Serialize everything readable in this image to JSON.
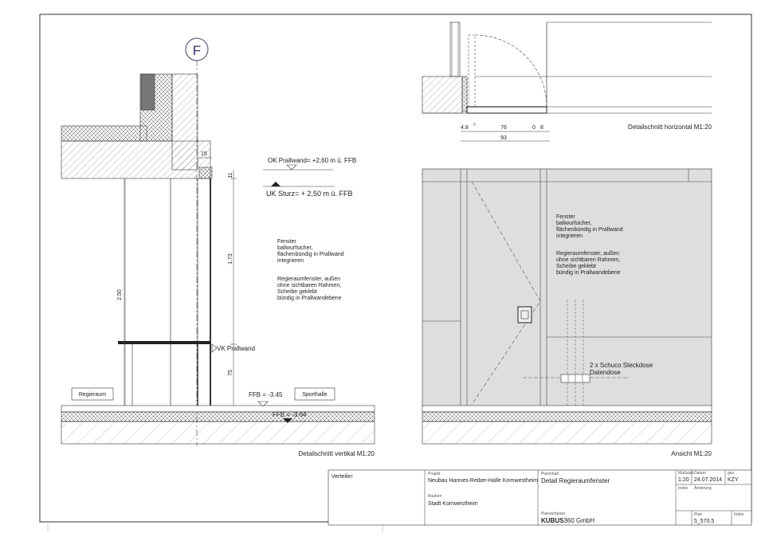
{
  "grid_axis_label": "F",
  "left_view": {
    "caption": "Detailschnitt vertikal M1:20",
    "dim_top": "15",
    "dim_11": "11",
    "dim_173": "1.73",
    "dim_75": "75",
    "dim_250": "2.50",
    "ok_prallwand": "OK Prallwand= +2,60 m ü. FFB",
    "uk_sturz": "UK Sturz= + 2,50 m ü. FFB",
    "vk_prallwand": "VK Prallwand",
    "ffb_level": "FFB = -3.45",
    "ffb_level2": "FFB = -3.64",
    "room_left": "Regieraum",
    "room_right": "Sporthalle",
    "note_lines": [
      "Fenster",
      "ballwurfsicher,",
      "flächenbündig in Prallwand",
      "integrieren",
      "",
      "Regieraumfenster, außen",
      "ohne sichtbaren Rahmen,",
      "Scheibe geklebt",
      "bündig in Prallwandebene"
    ]
  },
  "right_top": {
    "caption": "Detailschnitt horizontal M1:20",
    "dims": [
      "4.8",
      "0",
      "76",
      "0",
      "8",
      "93"
    ]
  },
  "right_bottom": {
    "caption": "Ansicht M1:20",
    "note_lines": [
      "Fenster",
      "ballwurfsicher,",
      "flächenbündig in Prallwand",
      "integrieren",
      "",
      "Regieraumfenster, außen",
      "ohne sichtbaren Rahmen,",
      "Scheibe geklebt",
      "bündig in Prallwandebene"
    ],
    "socket_label_1": "2 x Schuco Steckdose",
    "socket_label_2": "Datendose"
  },
  "title_block": {
    "verteiler_label": "Verteiler:",
    "project_small": "Projekt",
    "project": "Neubau Hannes-Reiber-Halle Kornwestheim",
    "client_small": "Bauherr",
    "client": "Stadt Kornwestheim",
    "plan_small": "Planinhalt",
    "plan": "Detail Regieraumfenster",
    "office_small": "Planverfasser",
    "office_bold": "KUBUS",
    "office_rest": "360 GmbH",
    "scale_small": "Maßstab",
    "scale": "1:20",
    "date_small": "Datum",
    "date": "24.07.2014",
    "drawn_small": "gez.",
    "drawn": "KZY",
    "index_small": "Index",
    "change_small": "Änderung",
    "planno_small": "Plan",
    "planno": "5_570.5",
    "index2_small": "Index"
  }
}
